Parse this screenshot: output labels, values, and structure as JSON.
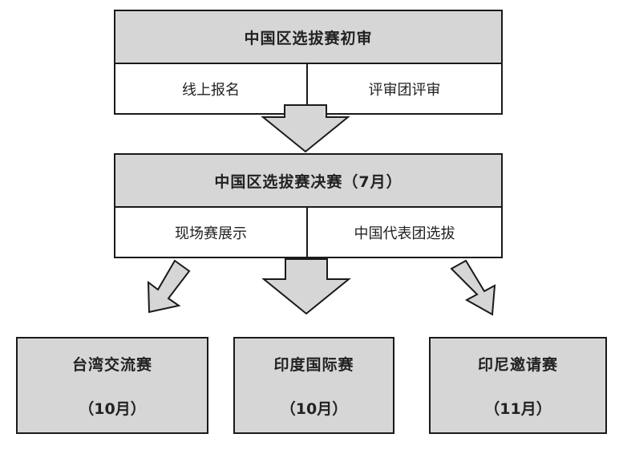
{
  "stage1": {
    "title": "中国区选拔赛初审",
    "steps": [
      "线上报名",
      "评审团评审"
    ]
  },
  "stage2": {
    "title": "中国区选拔赛决赛（7月）",
    "steps": [
      "现场赛展示",
      "中国代表团选拔"
    ]
  },
  "events": [
    {
      "name": "台湾交流赛",
      "date": "（10月）"
    },
    {
      "name": "印度国际赛",
      "date": "（10月）"
    },
    {
      "name": "印尼邀请赛",
      "date": "（11月）"
    }
  ],
  "colors": {
    "header_fill": "#d6d6d6",
    "border": "#1a1a1a",
    "arrow_fill": "#d6d6d6"
  }
}
